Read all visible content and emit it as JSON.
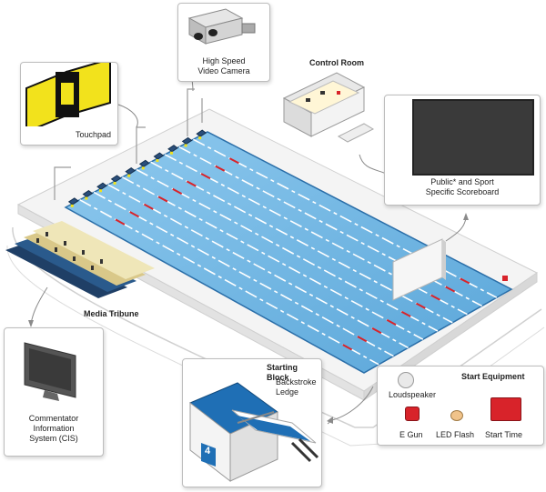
{
  "labels": {
    "camera": [
      "High Speed",
      "Video Camera"
    ],
    "control_room": "Control Room",
    "touchpad": "Touchpad",
    "scoreboard": [
      "Public* and Sport",
      "Specific Scoreboard"
    ],
    "media_tribune": "Media Tribune",
    "cis": [
      "Commentator",
      "Information",
      "System (CIS)"
    ],
    "starting_block": "Starting Block",
    "backstroke": [
      "Backstroke",
      "Ledge"
    ],
    "start_equipment": "Start Equipment",
    "loudspeaker": "Loudspeaker",
    "egun": "E Gun",
    "ledflash": "LED Flash",
    "starttime": "Start Time",
    "lane_number": "4"
  },
  "colors": {
    "water": "#6fb6e3",
    "water_light": "#a9d6f2",
    "lane_rope": "#ffffff",
    "accent_red": "#d8232a",
    "block_blue": "#1f6fb5",
    "touchpad_yellow": "#f2e21c",
    "deck": "#f2f2f2"
  }
}
